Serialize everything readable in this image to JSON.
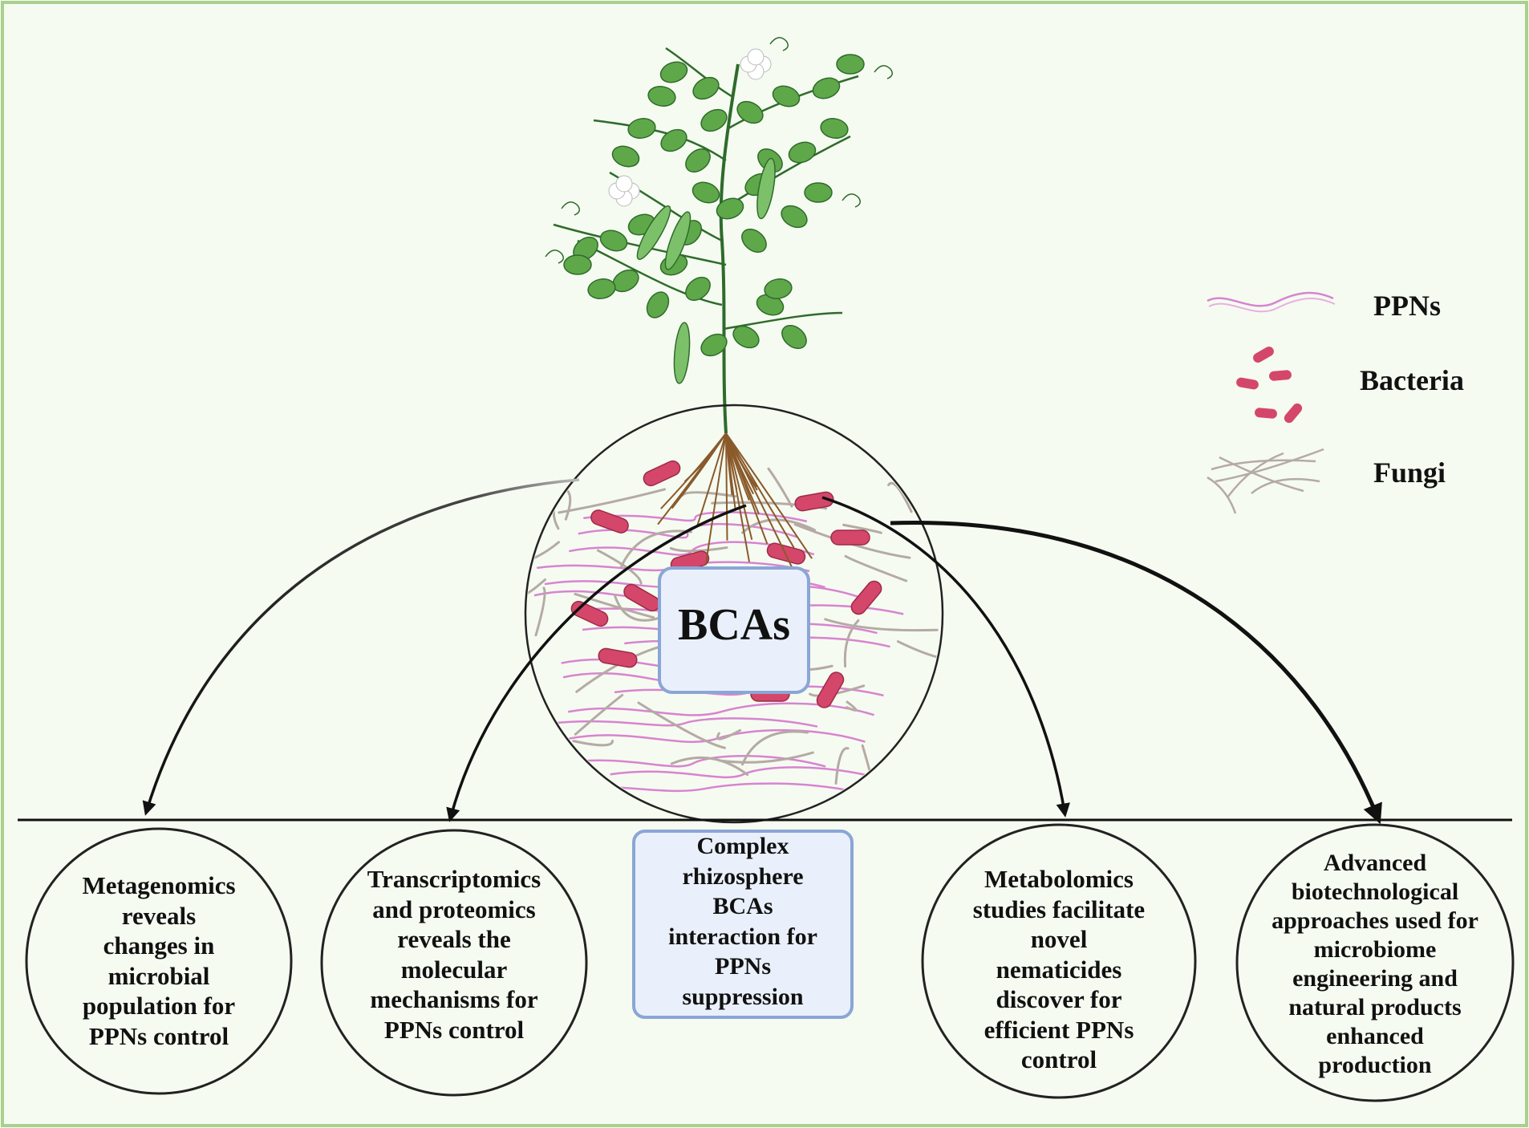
{
  "center_label": "BCAs",
  "center_box_text": "Complex\nrhizosphere\nBCAs\ninteraction for\nPPNs\nsuppression",
  "legend": [
    {
      "label": "PPNs",
      "icon": "nematode-icon"
    },
    {
      "label": "Bacteria",
      "icon": "bacteria-icon"
    },
    {
      "label": "Fungi",
      "icon": "fungi-icon"
    }
  ],
  "outcomes": [
    "Metagenomics\nreveals\nchanges in\nmicrobial\npopulation for\nPPNs control",
    "Transcriptomics\nand proteomics\nreveals the\nmolecular\nmechanisms for\nPPNs control",
    "Metabolomics\nstudies facilitate\nnovel\nnematicides\ndiscover for\nefficient PPNs\ncontrol",
    "Advanced\nbiotechnological\napproaches used for\nmicrobiome\nengineering and\nnatural products\nenhanced\nproduction"
  ],
  "colors": {
    "background": "#f5fbf1",
    "frame": "#a9d08e",
    "leaf": "#5fa84a",
    "leaf_dark": "#2f6b2b",
    "bacteria": "#d4476a",
    "nematode": "#d884d0",
    "fungi": "#b5aaa4",
    "root": "#8a5a2b",
    "box_fill": "#eaf0fb",
    "box_border": "#8aa6d6"
  }
}
